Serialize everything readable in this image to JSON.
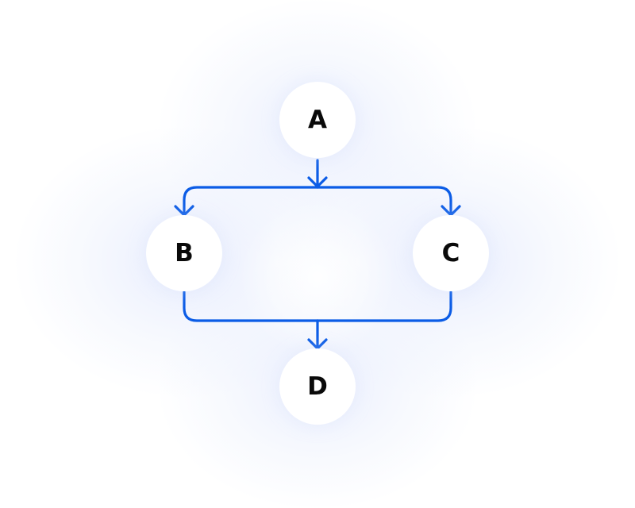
{
  "colors": {
    "edge": "#0b5ce6",
    "node_fill": "#ffffff",
    "label": "#0a0a0a"
  },
  "nodes": {
    "a": "A",
    "b": "B",
    "c": "C",
    "d": "D"
  },
  "edges": [
    {
      "from": "A",
      "to": "B"
    },
    {
      "from": "A",
      "to": "C"
    },
    {
      "from": "B",
      "to": "D"
    },
    {
      "from": "C",
      "to": "D"
    }
  ]
}
